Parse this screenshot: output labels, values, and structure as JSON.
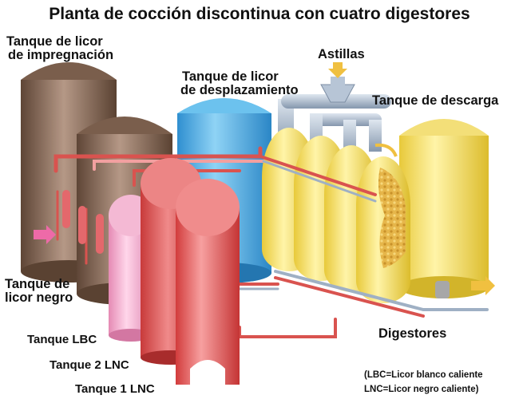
{
  "title": "Planta de cocción discontinua con cuatro digestores",
  "labels": {
    "impregnation_tank": [
      "Tanque de licor",
      "de impregnación"
    ],
    "displacement_tank": [
      "Tanque de licor",
      "de desplazamiento"
    ],
    "chips": "Astillas",
    "discharge_tank": "Tanque de descarga",
    "black_liquor_tank": [
      "Tanque de",
      "licor negro"
    ],
    "lbc_tank": "Tanque LBC",
    "lnc2_tank": "Tanque 2 LNC",
    "lnc1_tank": "Tanque 1 LNC",
    "digesters": "Digestores"
  },
  "legend": {
    "lbc": "(LBC=Licor blanco caliente",
    "lnc": "LNC=Licor negro caliente)"
  },
  "colors": {
    "brown_tank": "#8a6a55",
    "blue_tank": "#4db0e6",
    "yellow_tank": "#f5e070",
    "pink_tank": "#f2a8c8",
    "red_tank": "#e55a5a",
    "pipe_red": "#d9534f",
    "pipe_steel": "#9fb0c4",
    "arrow_pink": "#ee6aa8",
    "arrow_yellow": "#f0c040"
  }
}
